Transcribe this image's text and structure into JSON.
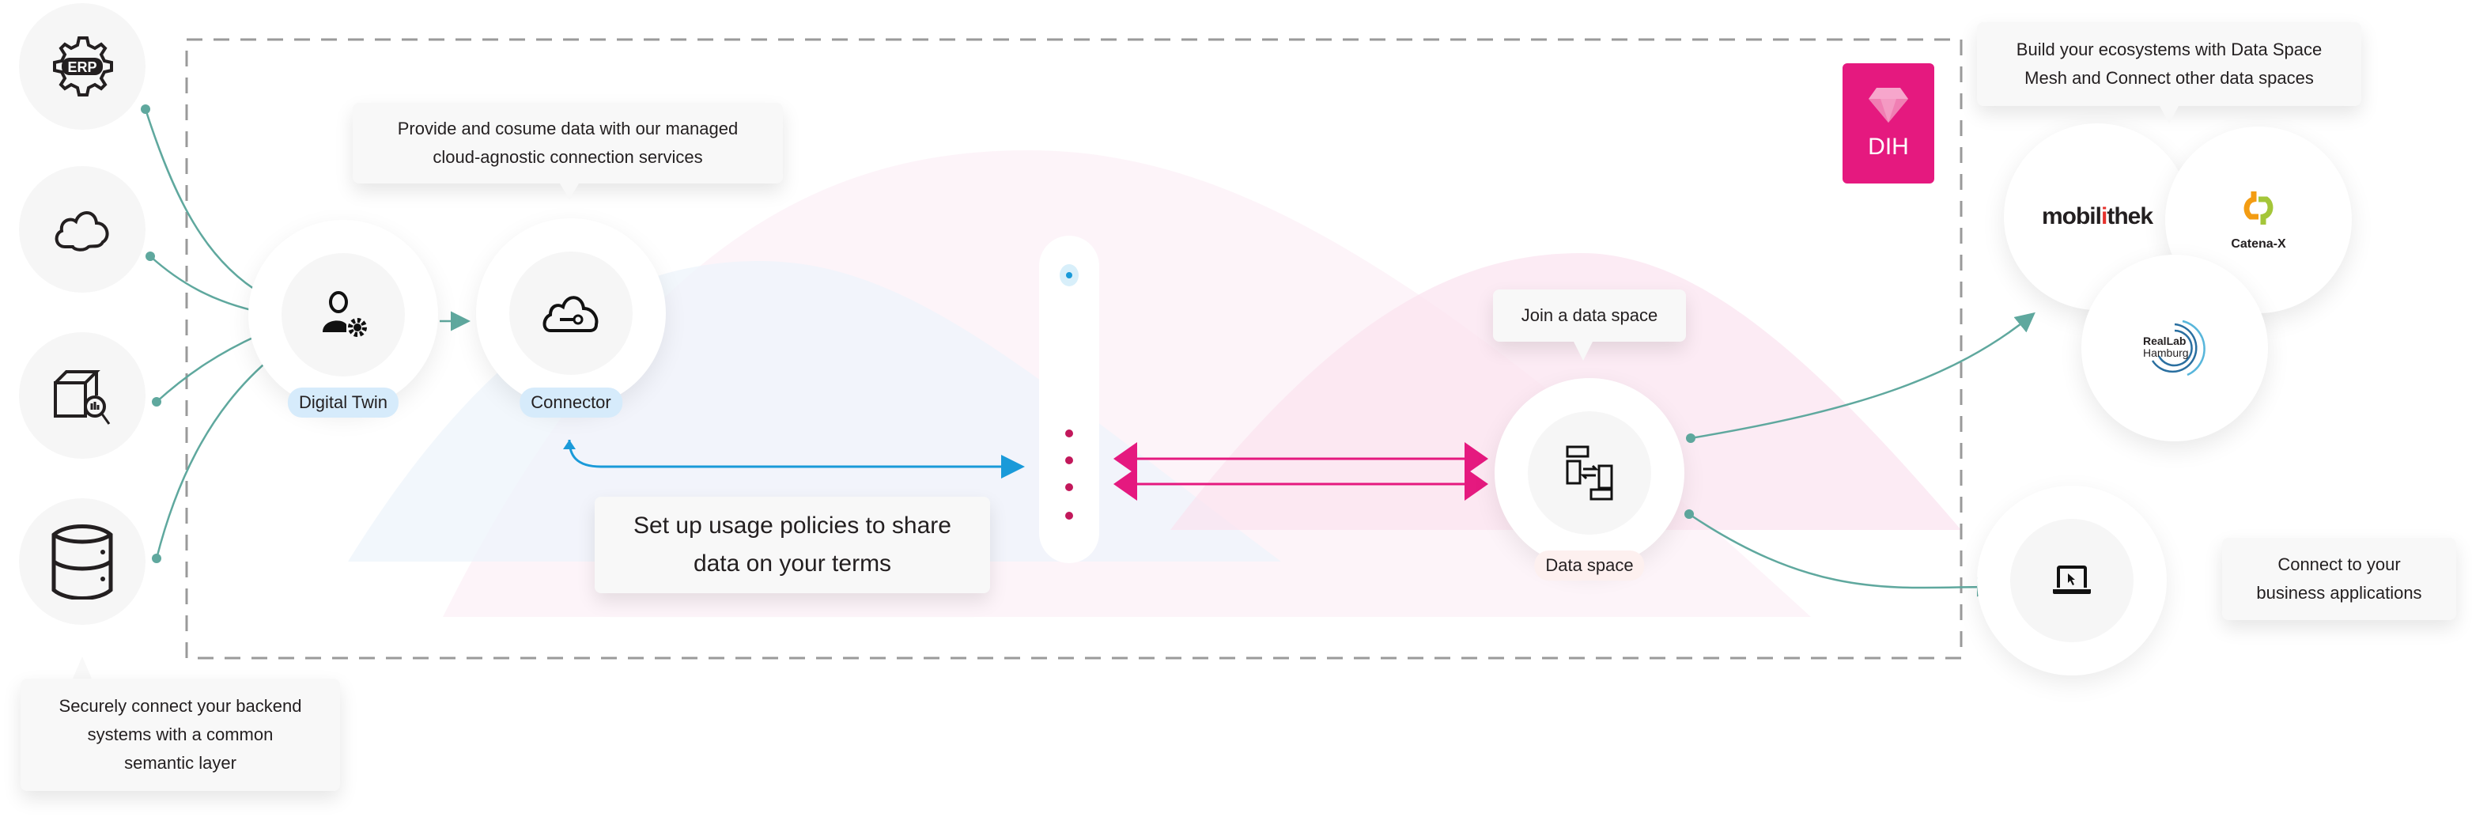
{
  "tooltips": {
    "connector": [
      "Provide and cosume data with our managed",
      "cloud-agnostic connection services"
    ],
    "backend": [
      "Securely connect your backend",
      "systems with a common",
      "semantic layer"
    ],
    "policies": [
      "Set up usage policies to share",
      "data on your terms"
    ],
    "join": "Join a data space",
    "mesh": [
      "Build your ecosystems with Data Space",
      "Mesh and Connect other data spaces"
    ],
    "business": [
      "Connect to your",
      "business applications"
    ]
  },
  "nodes": {
    "digital_twin": "Digital Twin",
    "connector": "Connector",
    "data_space": "Data space"
  },
  "sources": [
    {
      "icon": "erp-gear-icon",
      "label": "ERP"
    },
    {
      "icon": "cloud-icon"
    },
    {
      "icon": "box-search-icon"
    },
    {
      "icon": "database-icon"
    }
  ],
  "badge": {
    "label": "DIH",
    "color": "#e5197f"
  },
  "partners": {
    "mobilithek": [
      "mobil",
      "i",
      "thek"
    ],
    "catenax": "Catena-X",
    "reallab": [
      "RealLab",
      "Hamburg"
    ]
  },
  "colors": {
    "teal": "#5fa89e",
    "blue": "#1a9ad9",
    "pink": "#e5197f",
    "label_blue": "#d6ebfb",
    "label_pink": "#fdf0ef"
  }
}
